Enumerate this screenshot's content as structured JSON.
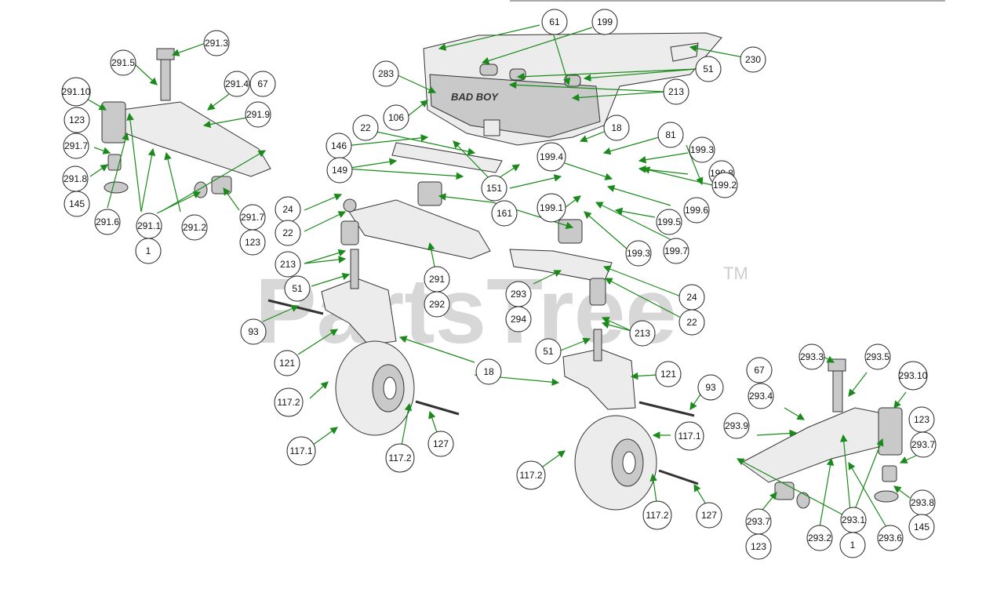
{
  "watermark": {
    "brand": "PartsTree",
    "trademark": "TM"
  },
  "frame_logo": "BAD BOY",
  "callouts": [
    "291.3",
    "291.5",
    "291.4",
    "67",
    "291.10",
    "291.9",
    "123",
    "291.7",
    "291.8",
    "145",
    "291.6",
    "291.1",
    "291.2",
    "291.7",
    "123",
    "1",
    "61",
    "199",
    "230",
    "51",
    "283",
    "213",
    "106",
    "22",
    "146",
    "149",
    "151",
    "161",
    "18",
    "81",
    "199.3",
    "199.4",
    "199.8",
    "199.1",
    "199.6",
    "199.2",
    "199.5",
    "199.3",
    "199.7",
    "24",
    "22",
    "213",
    "51",
    "93",
    "121",
    "291",
    "292",
    "293",
    "294",
    "24",
    "22",
    "213",
    "51",
    "18",
    "121",
    "93",
    "117.2",
    "117.1",
    "117.2",
    "127",
    "117.2",
    "117.1",
    "117.2",
    "127",
    "293.3",
    "293.5",
    "67",
    "293.4",
    "293.10",
    "293.9",
    "123",
    "293.7",
    "293.8",
    "145",
    "293.7",
    "293.2",
    "293.1",
    "1",
    "293.6",
    "123"
  ],
  "colors": {
    "leader": "#1a8a1a",
    "outline": "#333333",
    "watermark": "#b8b8b8"
  }
}
